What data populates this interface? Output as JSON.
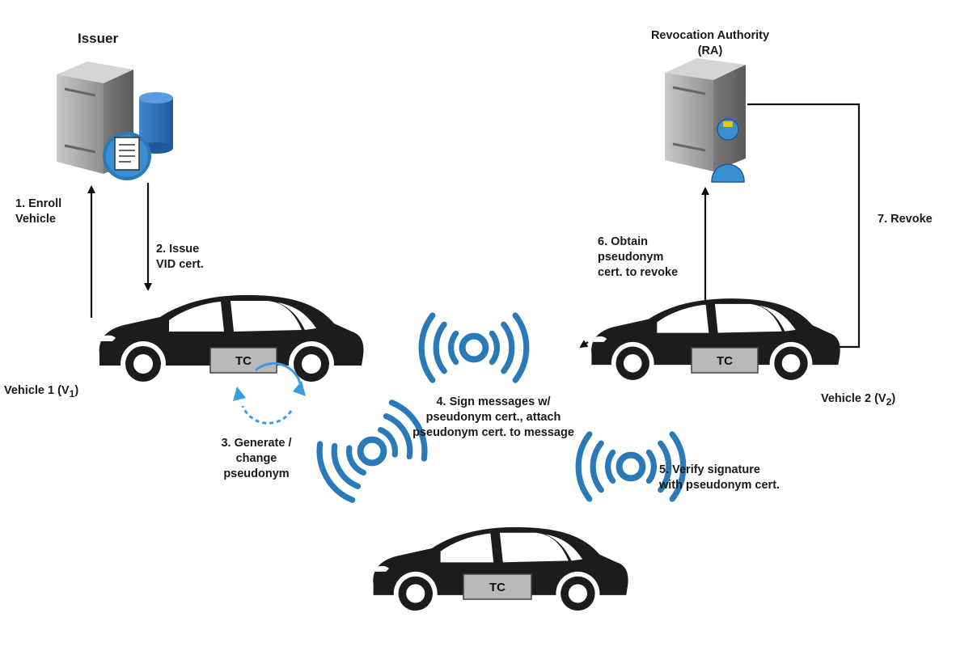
{
  "entities": {
    "issuer": "Issuer",
    "ra_line1": "Revocation Authority",
    "ra_line2": "(RA)"
  },
  "vehicles": {
    "v1_text": "Vehicle 1 (V",
    "v1_sub": "1",
    "v2_text": "Vehicle 2 (V",
    "v2_sub": "2",
    "close": ")",
    "tc_label": "TC"
  },
  "steps": {
    "s1_l1": "1. Enroll",
    "s1_l2": "Vehicle",
    "s2_l1": "2. Issue",
    "s2_l2": "VID cert.",
    "s3_l1": "3. Generate /",
    "s3_l2": "change",
    "s3_l3": "pseudonym",
    "s4_l1": "4. Sign messages w/",
    "s4_l2": "pseudonym cert., attach",
    "s4_l3": "pseudonym cert. to message",
    "s5_l1": "5. Verify signature",
    "s5_l2": "with pseudonym cert.",
    "s6_l1": "6. Obtain",
    "s6_l2": "pseudonym",
    "s6_l3": "cert. to revoke",
    "s7": "7. Revoke"
  },
  "colors": {
    "car": "#1c1c1c",
    "tc_box": "#b9b9b9",
    "signal": "#2a7ab8",
    "server": "#9a9a9a",
    "db": "#2f6fb5"
  }
}
